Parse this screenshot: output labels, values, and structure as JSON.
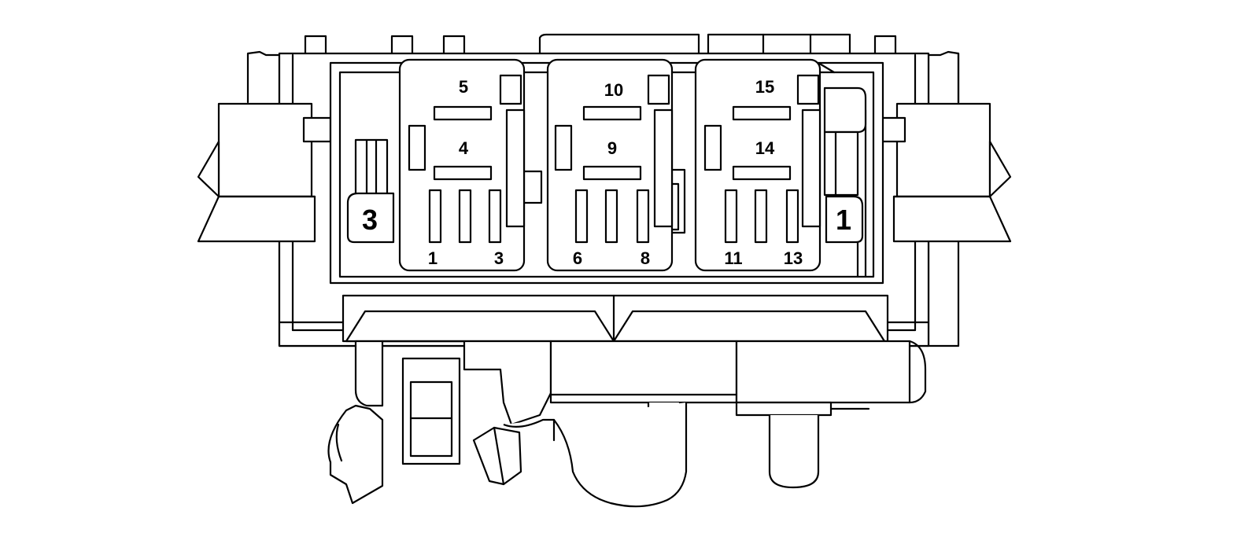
{
  "cavity_labels": {
    "left": "3",
    "right": "1"
  },
  "relays": [
    {
      "name": "relay-left",
      "pins": {
        "top": "5",
        "middle": "4",
        "bottom_left": "1",
        "bottom_right": "3"
      }
    },
    {
      "name": "relay-center",
      "pins": {
        "top": "10",
        "middle": "9",
        "bottom_left": "6",
        "bottom_right": "8"
      }
    },
    {
      "name": "relay-right",
      "pins": {
        "top": "15",
        "middle": "14",
        "bottom_left": "11",
        "bottom_right": "13"
      }
    }
  ]
}
